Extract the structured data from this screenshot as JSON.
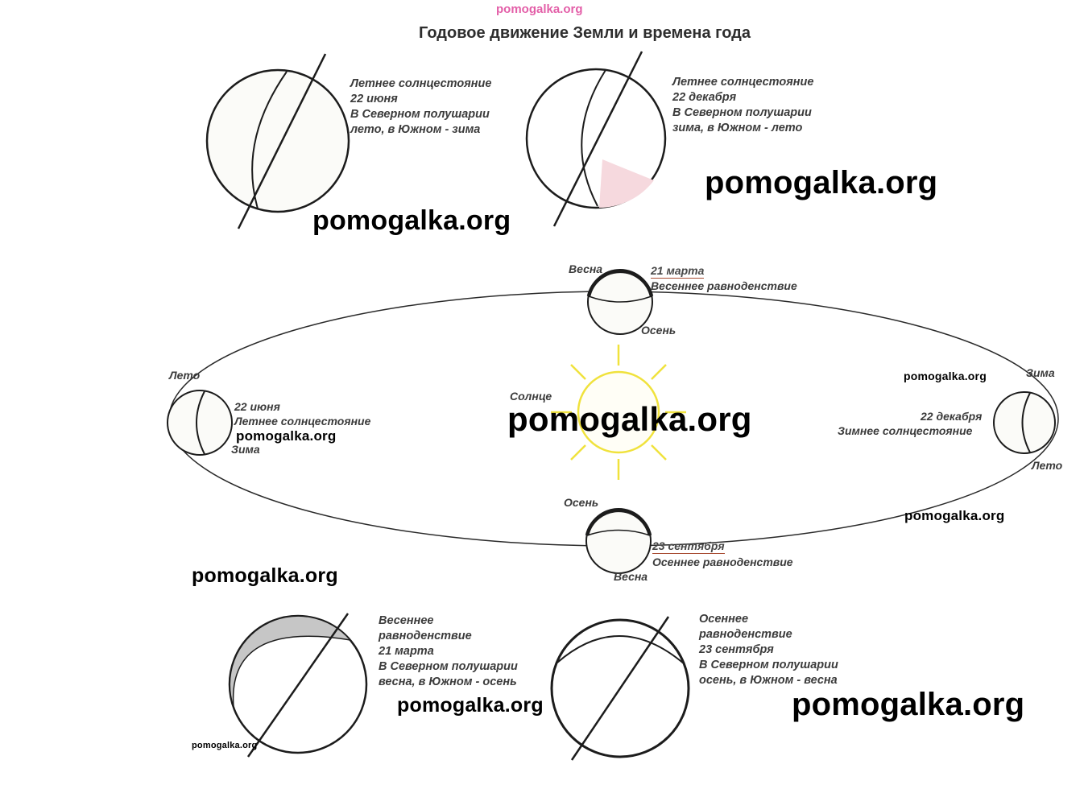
{
  "title": "Годовое движение Земли и времена года",
  "watermark": {
    "brand": "pomogalka.org"
  },
  "colors": {
    "ink": "#1c1c1c",
    "text": "#3b3b3b",
    "watermark_pink": "#e35fa8",
    "sun_yellow": "#f0e23c",
    "pink_shade": "#f6d9de",
    "gray_shade": "#c6c6c6",
    "date_underline": "#a84c33"
  },
  "top_globes": {
    "june": {
      "lines": [
        "Летнее солнцестояние",
        "22 июня",
        "В Северном полушарии",
        "лето, в Южном - зима"
      ]
    },
    "december": {
      "lines": [
        "Летнее солнцестояние",
        "22 декабря",
        "В Северном полушарии",
        "зима, в Южном - лето"
      ]
    }
  },
  "orbit": {
    "sun_label": "Солнце",
    "march": {
      "season_top": "Весна",
      "date": "21 марта",
      "event": "Весеннее равноденствие",
      "season_bottom": "Осень"
    },
    "june": {
      "season_top": "Лето",
      "date": "22 июня",
      "event": "Летнее солнцестояние",
      "season_bottom": "Зима"
    },
    "december": {
      "season_top": "Зима",
      "date": "22 декабря",
      "event": "Зимнее солнцестояние",
      "season_bottom": "Лето"
    },
    "september": {
      "season_top": "Осень",
      "date": "23 сентября",
      "event": "Осеннее равноденствие",
      "season_bottom": "Весна"
    }
  },
  "bottom_globes": {
    "march": {
      "lines": [
        "Весеннее",
        "равноденствие",
        "21 марта",
        "В Северном полушарии",
        "весна, в Южном - осень"
      ]
    },
    "september": {
      "lines": [
        "Осеннее",
        "равноденствие",
        "23 сентября",
        "В Северном полушарии",
        "осень, в Южном - весна"
      ]
    }
  }
}
